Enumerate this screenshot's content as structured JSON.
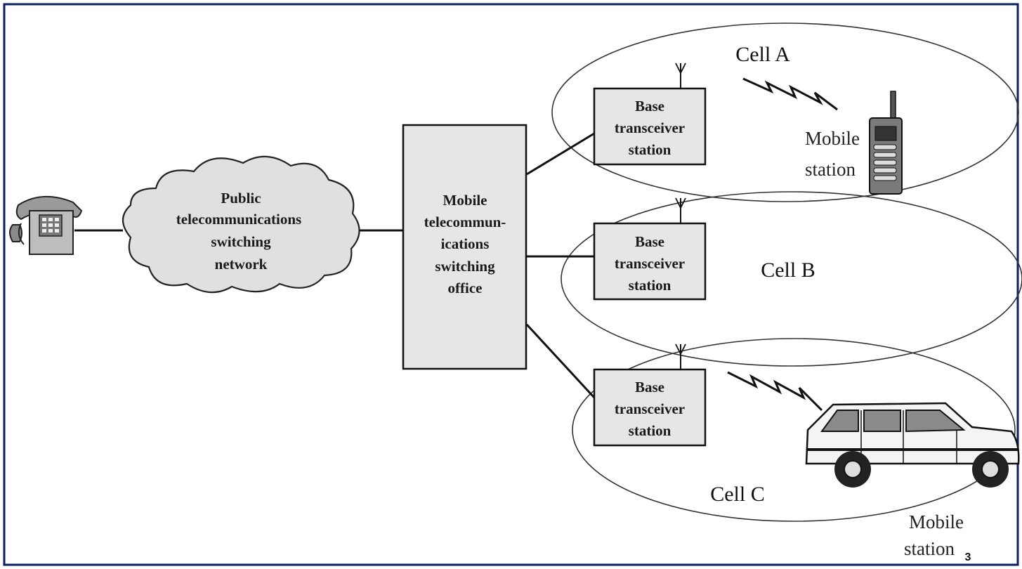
{
  "network": {
    "line1": "Public",
    "line2": "telecommunications",
    "line3": "switching",
    "line4": "network"
  },
  "mtso": {
    "line1": "Mobile",
    "line2": "telecommun-",
    "line3": "ications",
    "line4": "switching",
    "line5": "office"
  },
  "bts": {
    "line1": "Base",
    "line2": "transceiver",
    "line3": "station"
  },
  "cells": {
    "a": "Cell A",
    "b": "Cell B",
    "c": "Cell C"
  },
  "mobile_station": {
    "line1a": "Mobile",
    "line2a": "station",
    "line1c": "Mobile",
    "line2c": "station"
  },
  "page_number": "3",
  "colors": {
    "frame": "#0b1f63",
    "box_fill": "#e6e6e6",
    "cloud_fill": "#e0e0e0",
    "line": "#111111"
  }
}
